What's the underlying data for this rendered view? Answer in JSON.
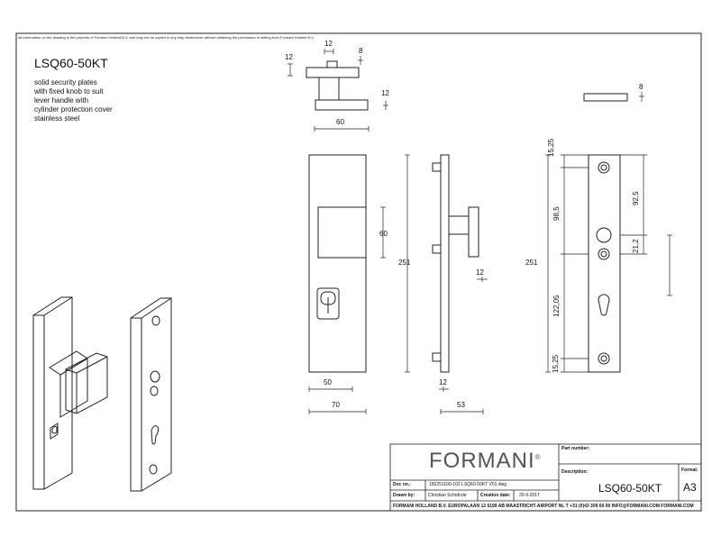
{
  "header": {
    "disclaimer": "All information on the drawing is the property of Formani Holland B.V. and may not be copied in any way whatsoever without obtaining the permission in writing from Formani Holland B.V."
  },
  "product": {
    "code": "LSQ60-50KT",
    "description_lines": [
      "solid security plates",
      "with fixed knob to suit",
      "lever handle with",
      "cylinder protection cover",
      "stainless steel"
    ]
  },
  "dimensions": {
    "knob_top_w": "12",
    "knob_top_h": "8",
    "knob_neck_h": "12",
    "knob_base_h": "12",
    "knob_width": "60",
    "cover_h": "8",
    "front_knob_h": "60",
    "plate_h": "251",
    "plate_inner_w": "50",
    "plate_w": "70",
    "side_knob_d": "12",
    "side_bottom": "12",
    "side_w": "53",
    "hole_top": "15,25",
    "hole_gap": "98,5",
    "hole_right": "92,5",
    "hole_small": "21,2",
    "hole_cyl": "122,05",
    "hole_bottom": "15,25",
    "back_plate_h": "251"
  },
  "title_block": {
    "brand": "FORMANI",
    "brand_mark": "®",
    "part_number_label": "Part number:",
    "part_number": "",
    "doc_no_label": "Doc no.:",
    "doc_no": "150251100-102 LSQ60-50KT V01.dwg",
    "description_label": "Description:",
    "description": "LSQ60-50KT",
    "format_label": "Format:",
    "format": "A3",
    "drawn_by_label": "Drawn by:",
    "drawn_by": "Christian Schrdrole",
    "creation_date_label": "Creation date:",
    "creation_date": "20-9-2017",
    "footer": "FORMANI HOLLAND B.V.  EUROPALAAN 12  6199 AB MAASTRICHT-AIRPORT NL  T +31 (0)43 309 60 00 INFO@FORMANI.COM FORMANI.COM"
  }
}
